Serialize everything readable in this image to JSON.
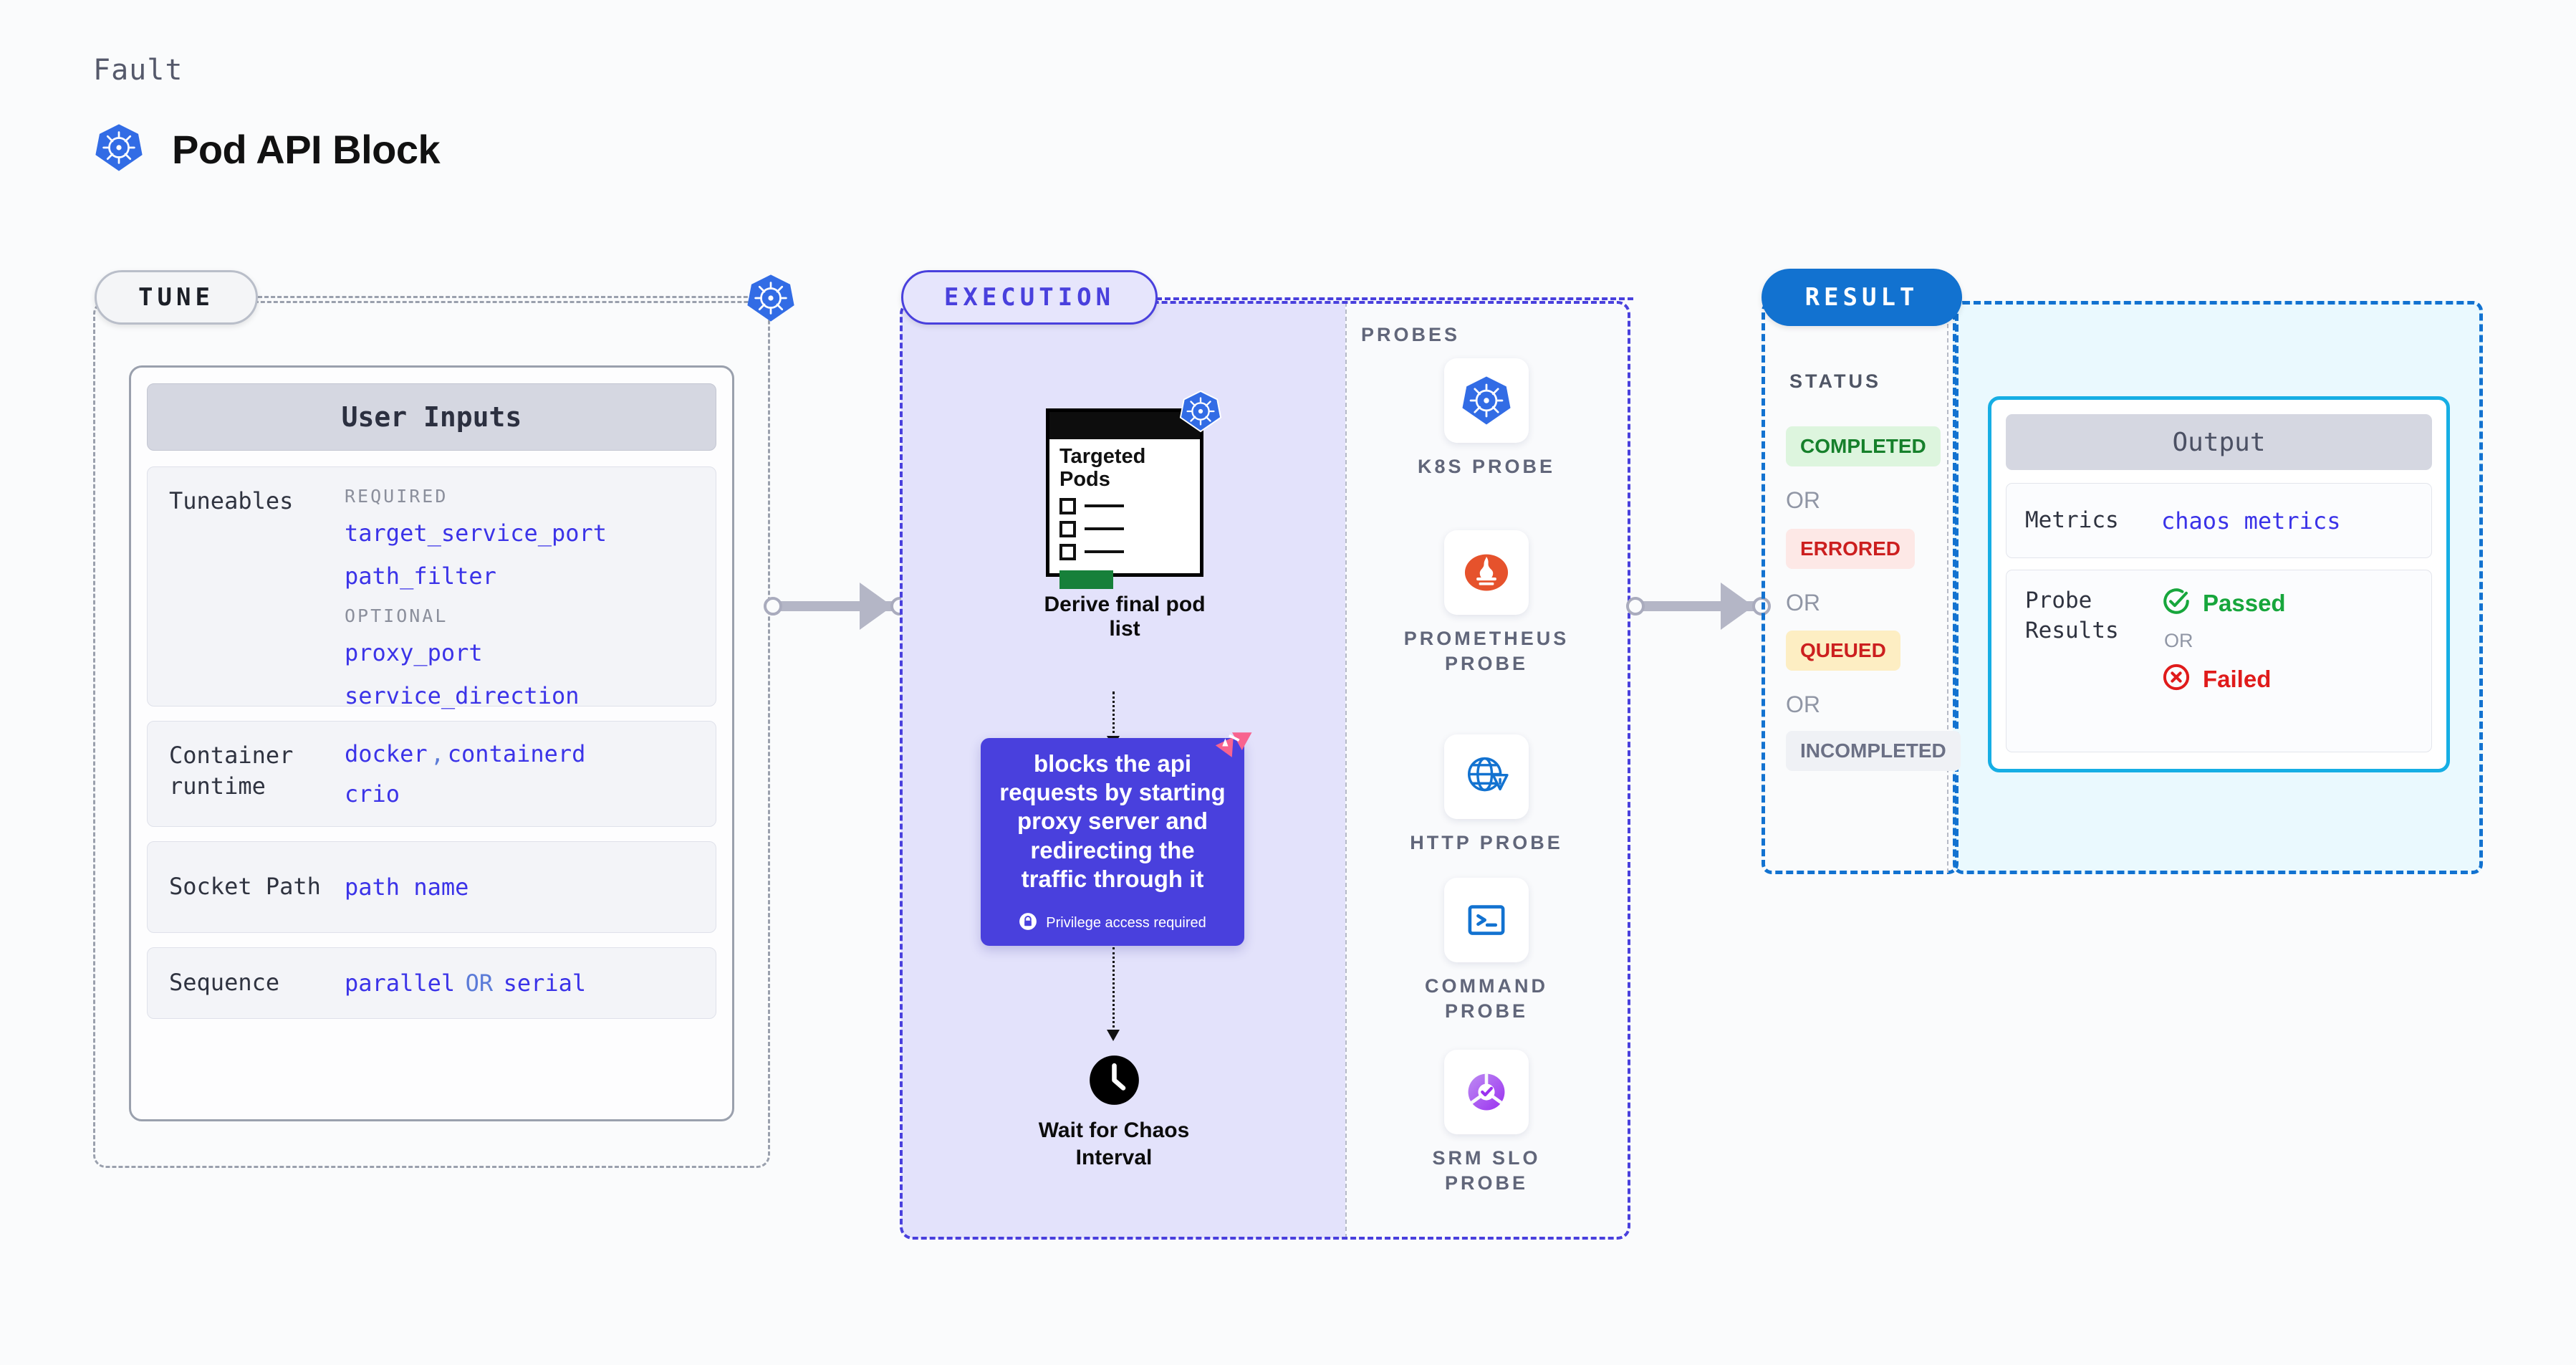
{
  "header": {
    "kicker": "Fault",
    "title": "Pod API Block",
    "icon": "kubernetes-icon"
  },
  "tune": {
    "pill_label": "TUNE",
    "node_icon": "kubernetes-icon",
    "card": {
      "header": "User Inputs",
      "rows": [
        {
          "key": "Tuneables",
          "groups": [
            {
              "label": "REQUIRED",
              "values": [
                "target_service_port",
                "path_filter"
              ]
            },
            {
              "label": "OPTIONAL",
              "values": [
                "proxy_port",
                "service_direction"
              ]
            }
          ]
        },
        {
          "key": "Container runtime",
          "values": [
            "docker",
            "containerd",
            "crio"
          ],
          "separator": ","
        },
        {
          "key": "Socket Path",
          "values": [
            "path name"
          ]
        },
        {
          "key": "Sequence",
          "values": [
            "parallel",
            "serial"
          ],
          "separator": "OR"
        }
      ]
    }
  },
  "execution": {
    "pill_label": "EXECUTION",
    "derive": {
      "card_title": "Targeted Pods",
      "caption": "Derive final pod list",
      "icon": "kubernetes-icon"
    },
    "chaos": {
      "text": "blocks the api requests by starting proxy server and redirecting the traffic through it",
      "privilege_note": "Privilege access required",
      "privilege_icon": "lock-icon",
      "brand_icon": "litmus-icon"
    },
    "wait": {
      "caption": "Wait for Chaos Interval",
      "icon": "clock-icon"
    },
    "probes": {
      "label": "PROBES",
      "items": [
        {
          "label": "K8S PROBE",
          "icon": "kubernetes-icon"
        },
        {
          "label": "PROMETHEUS PROBE",
          "icon": "prometheus-icon"
        },
        {
          "label": "HTTP PROBE",
          "icon": "globe-warning-icon"
        },
        {
          "label": "COMMAND PROBE",
          "icon": "terminal-icon"
        },
        {
          "label": "SRM SLO PROBE",
          "icon": "slo-donut-icon"
        }
      ]
    }
  },
  "result": {
    "pill_label": "RESULT",
    "status_label": "STATUS",
    "or_label": "OR",
    "statuses": [
      {
        "label": "COMPLETED",
        "color": "#16802b",
        "bg": "#ddf5de"
      },
      {
        "label": "ERRORED",
        "color": "#cc1f1f",
        "bg": "#fde8e6"
      },
      {
        "label": "QUEUED",
        "color": "#cc1f1f",
        "bg": "#fdeec3"
      },
      {
        "label": "INCOMPLETED",
        "color": "#6b7085",
        "bg": "#eff1f5"
      }
    ],
    "output": {
      "header": "Output",
      "metrics_key": "Metrics",
      "metrics_value": "chaos metrics",
      "probe_results_key": "Probe Results",
      "passed_label": "Passed",
      "failed_label": "Failed",
      "or_label": "OR",
      "passed_icon": "check-circle-icon",
      "failed_icon": "x-circle-icon"
    }
  },
  "colors": {
    "accent_purple": "#4940dd",
    "accent_blue": "#1272d0",
    "accent_cyan": "#16aee4",
    "k8s_blue": "#326ce5",
    "litmus_pink": "#f8638f",
    "pass_green": "#17a63c",
    "fail_red": "#e01b1b"
  }
}
